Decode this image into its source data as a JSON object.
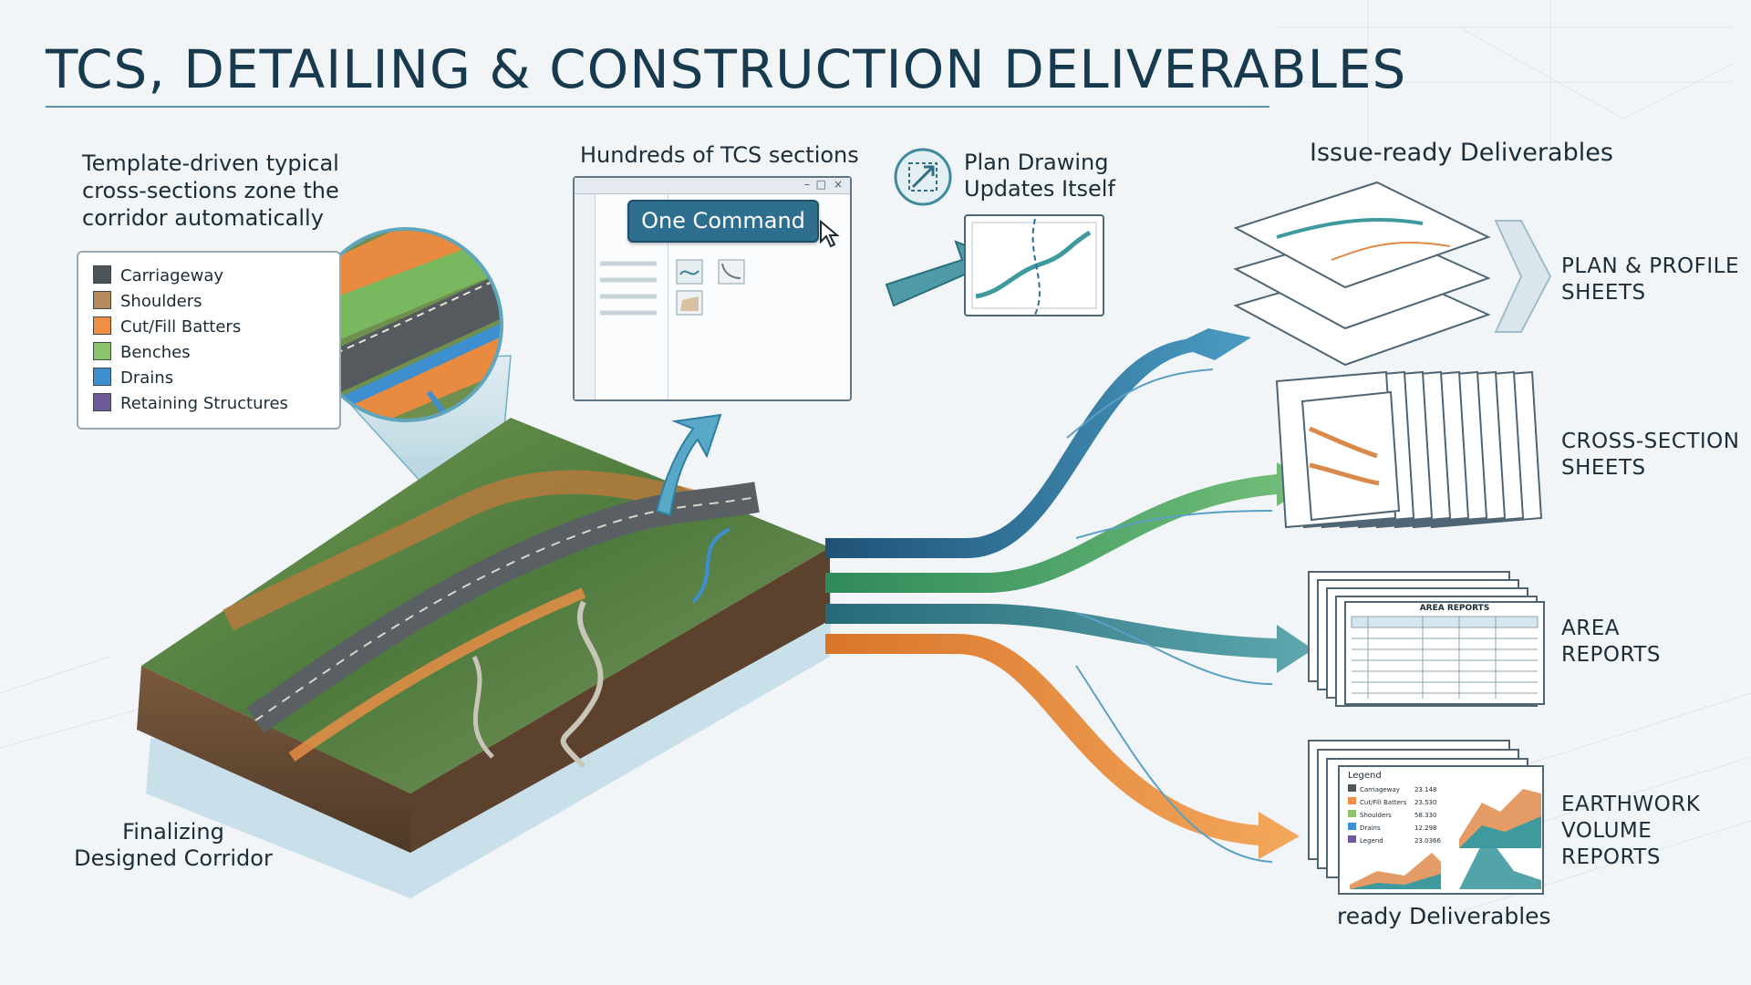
{
  "title": "TCS, DETAILING & CONSTRUCTION DELIVERABLES",
  "intro": {
    "text": "Template-driven typical cross-sections zone the corridor automatically"
  },
  "legend": {
    "items": [
      {
        "label": "Carriageway",
        "color": "#4d5458"
      },
      {
        "label": "Shoulders",
        "color": "#b48a5a"
      },
      {
        "label": "Cut/Fill Batters",
        "color": "#ef8f45"
      },
      {
        "label": "Benches",
        "color": "#8dc46b"
      },
      {
        "label": "Drains",
        "color": "#3d8fd0"
      },
      {
        "label": "Retaining Structures",
        "color": "#6f5a9a"
      }
    ]
  },
  "tcs": {
    "caption": "Hundreds of TCS sections",
    "button": "One Command",
    "window_controls": [
      "–",
      "□",
      "×"
    ]
  },
  "plan": {
    "line1": "Plan Drawing",
    "line2": "Updates Itself"
  },
  "corridor": {
    "line1": "Finalizing",
    "line2": "Designed Corridor"
  },
  "deliverables": {
    "title": "Issue-ready Deliverables",
    "footer": "ready Deliverables",
    "items": [
      {
        "line1": "PLAN & PROFILE",
        "line2": "SHEETS",
        "flow_color": "#2f6f93"
      },
      {
        "line1": "CROSS-SECTION",
        "line2": "SHEETS",
        "flow_color": "#3f9a68"
      },
      {
        "line1": "AREA",
        "line2": "REPORTS",
        "flow_color": "#2f7f86"
      },
      {
        "line1": "EARTHWORK",
        "line2": "VOLUME",
        "line3": "REPORTS",
        "flow_color": "#e98b3c"
      }
    ]
  },
  "area_report": {
    "heading": "AREA REPORTS"
  },
  "earthwork_report": {
    "legend_title": "Legend",
    "rows": [
      {
        "label": "Carriageway",
        "value": "23.148",
        "color": "#4d5458"
      },
      {
        "label": "Cut/Fill Batters",
        "value": "23.530",
        "color": "#ef8f45"
      },
      {
        "label": "Shoulders",
        "value": "58.330",
        "color": "#8dc46b"
      },
      {
        "label": "Drains",
        "value": "12.298",
        "color": "#3d8fd0"
      },
      {
        "label": "Legend",
        "value": "23.0366",
        "color": "#6f5a9a"
      }
    ]
  },
  "colors": {
    "title": "#173a4f",
    "accent": "#2e6e8e",
    "flow_blue": "#2f6f93",
    "flow_green": "#3f9a68",
    "flow_teal": "#2f7f86",
    "flow_orange": "#e98b3c"
  }
}
